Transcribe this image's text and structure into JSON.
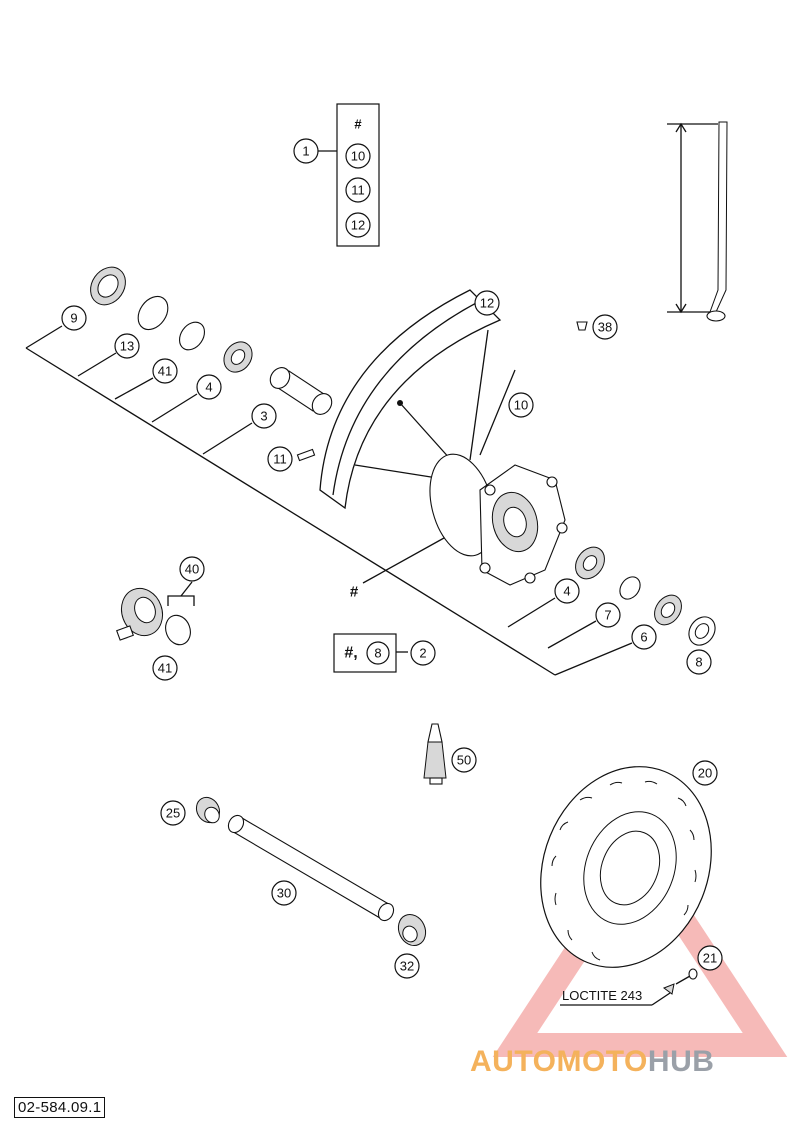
{
  "diagram": {
    "drawing_code": "02-584.09.1",
    "callouts": {
      "c1": "1",
      "c2": "2",
      "c3": "3",
      "c4a": "4",
      "c4b": "4",
      "c6": "6",
      "c7": "7",
      "c8a": "8",
      "c8b": "8",
      "c9": "9",
      "c10a": "10",
      "c10b": "10",
      "c11a": "11",
      "c11b": "11",
      "c12a": "12",
      "c12b": "12",
      "c13": "13",
      "c20": "20",
      "c21": "21",
      "c25": "25",
      "c30": "30",
      "c32": "32",
      "c38": "38",
      "c40": "40",
      "c41a": "41",
      "c41b": "41",
      "c50": "50"
    },
    "hash_symbol": "#",
    "kit_label": "#,",
    "loctite_label": "LOCTITE 243"
  },
  "watermark": {
    "brand_part1": "AUTOMOTO",
    "brand_part2": "HUB",
    "color_orange": "#f4b25c",
    "color_gray": "#9aa0a8",
    "color_red": "#e53935"
  }
}
